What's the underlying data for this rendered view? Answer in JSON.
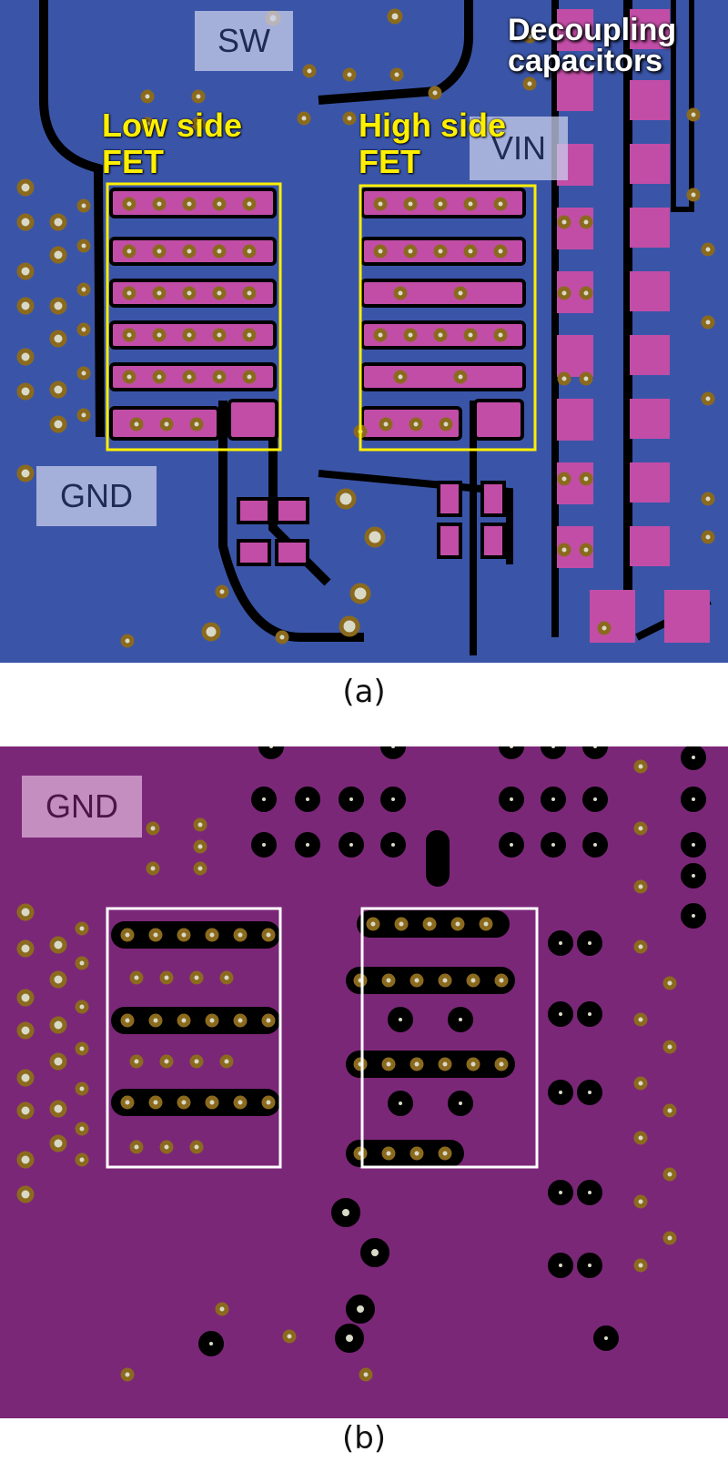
{
  "panel_a": {
    "net_sw": "SW",
    "net_vin": "VIN",
    "net_gnd": "GND",
    "low_side_line1": "Low side",
    "low_side_line2": "FET",
    "high_side_line1": "High side",
    "high_side_line2": "FET",
    "decoupling_line1": "Decoupling",
    "decoupling_line2": "capacitors",
    "caption": "(a)",
    "colors": {
      "copper": "#3a55a8",
      "pad": "#c24da6",
      "highlight": "#ffef00"
    }
  },
  "panel_b": {
    "net_gnd": "GND",
    "caption": "(b)",
    "colors": {
      "copper": "#7b2778",
      "highlight": "#ffffff"
    }
  }
}
